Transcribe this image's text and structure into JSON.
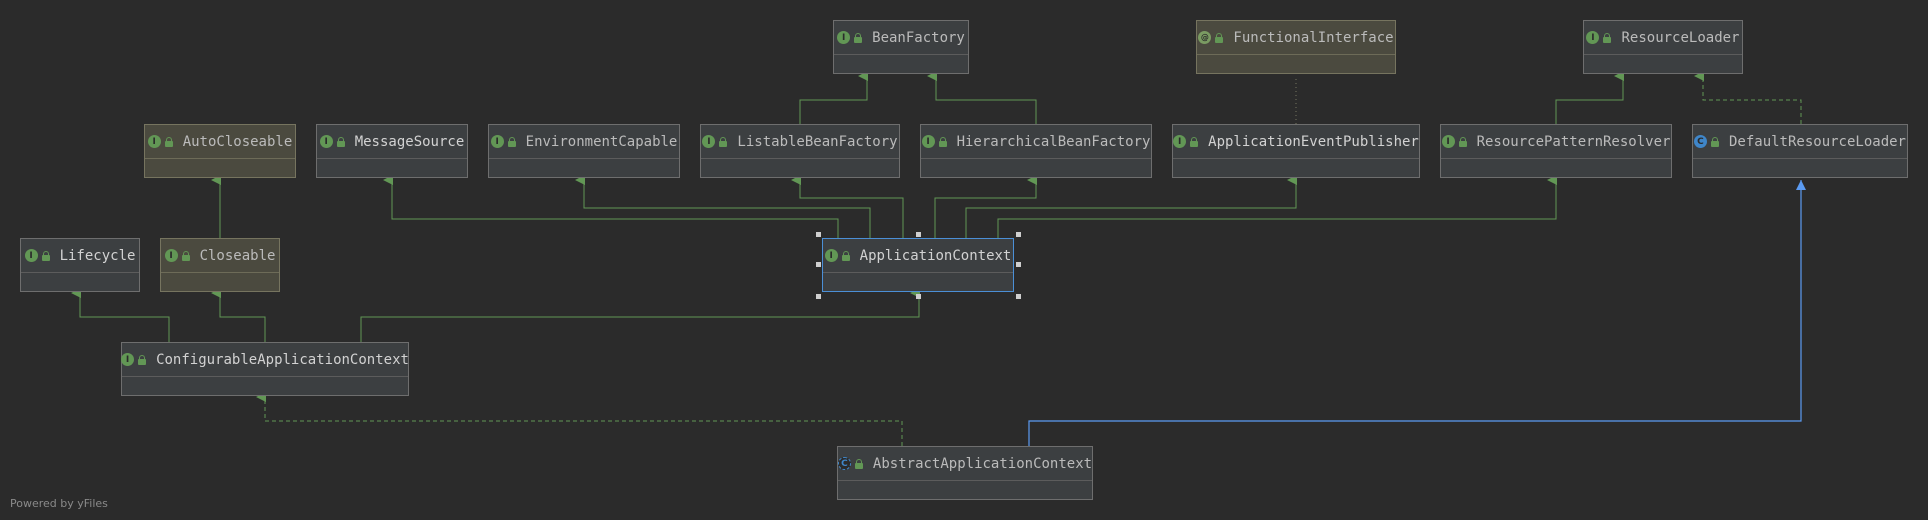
{
  "footer": {
    "powered_by": "Powered by yFiles"
  },
  "colors": {
    "background": "#2b2b2b",
    "interface_edge": "#629755",
    "class_edge": "#5b9bf2",
    "selection": "#4b8fd6"
  },
  "nodes": {
    "bean_factory": {
      "label": "BeanFactory",
      "icon": "interface-icon"
    },
    "functional_interface": {
      "label": "FunctionalInterface",
      "icon": "annotation-icon"
    },
    "resource_loader": {
      "label": "ResourceLoader",
      "icon": "interface-icon"
    },
    "auto_closeable": {
      "label": "AutoCloseable",
      "icon": "interface-icon"
    },
    "message_source": {
      "label": "MessageSource",
      "icon": "interface-icon"
    },
    "environment_capable": {
      "label": "EnvironmentCapable",
      "icon": "interface-icon"
    },
    "listable_bean_factory": {
      "label": "ListableBeanFactory",
      "icon": "interface-icon"
    },
    "hierarchical_bean_factory": {
      "label": "HierarchicalBeanFactory",
      "icon": "interface-icon"
    },
    "application_event_publisher": {
      "label": "ApplicationEventPublisher",
      "icon": "interface-icon"
    },
    "resource_pattern_resolver": {
      "label": "ResourcePatternResolver",
      "icon": "interface-icon"
    },
    "default_resource_loader": {
      "label": "DefaultResourceLoader",
      "icon": "class-icon"
    },
    "lifecycle": {
      "label": "Lifecycle",
      "icon": "interface-icon"
    },
    "closeable": {
      "label": "Closeable",
      "icon": "interface-icon"
    },
    "application_context": {
      "label": "ApplicationContext",
      "icon": "interface-icon"
    },
    "configurable_application_context": {
      "label": "ConfigurableApplicationContext",
      "icon": "interface-icon"
    },
    "abstract_application_context": {
      "label": "AbstractApplicationContext",
      "icon": "abstract-class-icon"
    }
  }
}
